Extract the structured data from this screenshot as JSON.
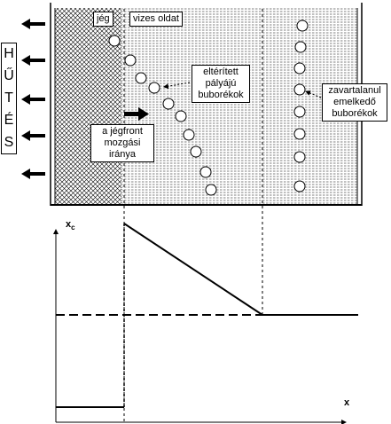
{
  "labels": {
    "cooling_letters": [
      "H",
      "Ű",
      "T",
      "É",
      "S"
    ],
    "ice": "jég",
    "solution": "vizes oldat",
    "deflected": [
      "eltérített",
      "pályájú",
      "buborékok"
    ],
    "undisturbed": [
      "zavartalanul",
      "emelkedő",
      "buborékok"
    ],
    "front_dir": [
      "a jégfront",
      "mozgási",
      "iránya"
    ],
    "y_axis": "x",
    "y_axis_sub": "c",
    "x_axis": "x"
  },
  "colors": {
    "line": "#000000",
    "background": "#ffffff"
  }
}
